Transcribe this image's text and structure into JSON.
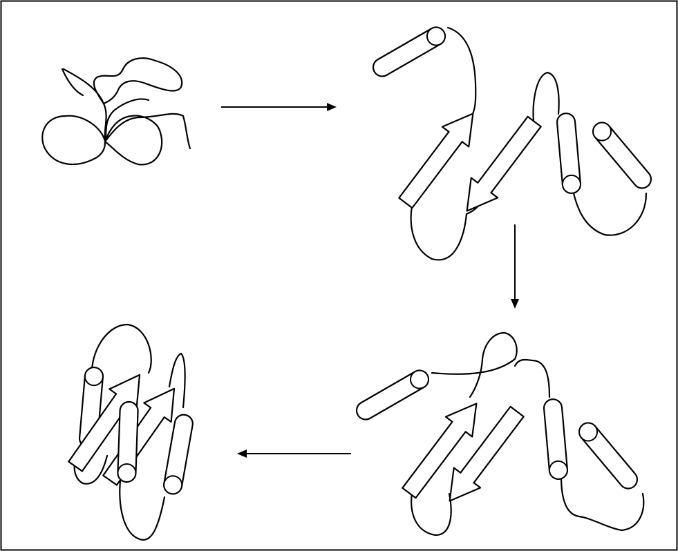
{
  "figure": {
    "stages": [
      {
        "id": "unfolded-chain",
        "description_visible_text": ""
      },
      {
        "id": "secondary-structure-formation",
        "description_visible_text": ""
      },
      {
        "id": "intermediate-assembly",
        "description_visible_text": ""
      },
      {
        "id": "compact-folded-structure",
        "description_visible_text": ""
      }
    ],
    "colors": {
      "stroke": "#000000",
      "fill": "#ffffff",
      "border": "#000000"
    }
  }
}
